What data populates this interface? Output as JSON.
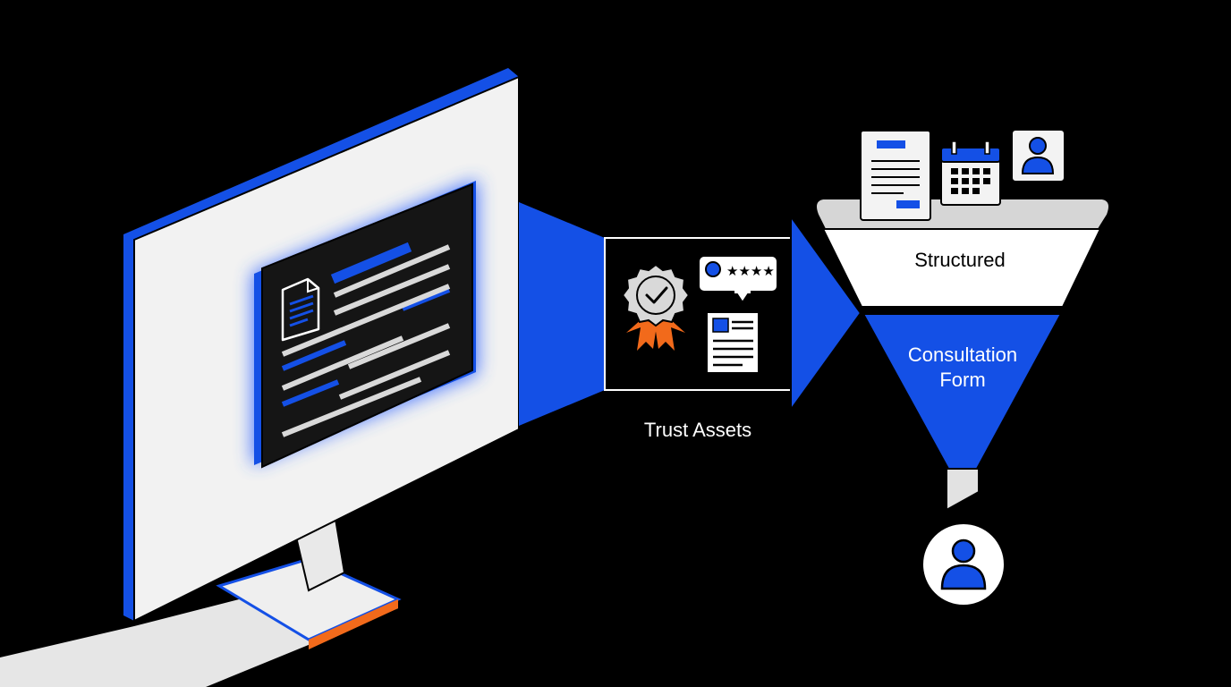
{
  "labels": {
    "trust_assets": "Trust Assets",
    "funnel_top": "Structured",
    "funnel_bottom_line1": "Consultation",
    "funnel_bottom_line2": "Form"
  },
  "review_stars": "★★★★",
  "colors": {
    "background": "#000000",
    "accent_blue": "#1450e6",
    "light_gray": "#e8e8e8",
    "white": "#ffffff",
    "orange": "#f26a1b",
    "line_gray": "#d9d9d9"
  },
  "icons": [
    "document-icon",
    "award-badge-icon",
    "review-icon",
    "profile-card-icon",
    "form-icon",
    "calendar-icon",
    "user-icon"
  ]
}
